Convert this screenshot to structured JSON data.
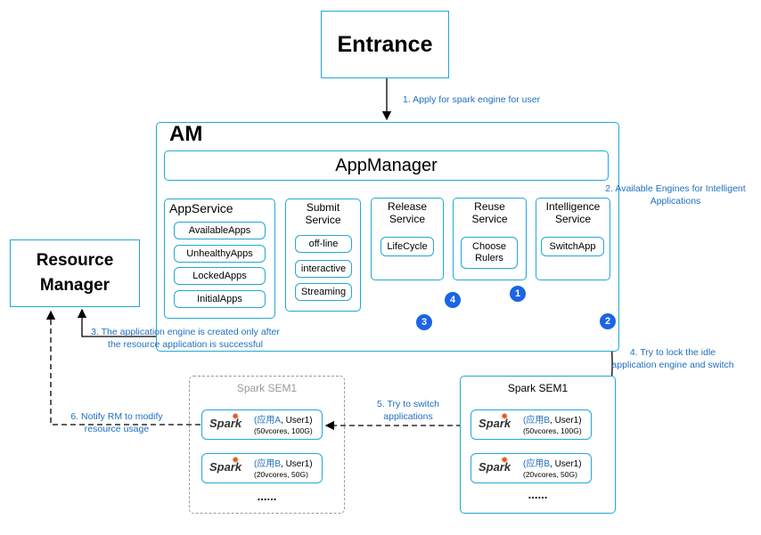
{
  "entrance": {
    "label": "Entrance"
  },
  "am": {
    "label": "AM",
    "appmanager_label": "AppManager"
  },
  "resource_manager": {
    "line1": "Resource",
    "line2": "Manager"
  },
  "app_service": {
    "title": "AppService",
    "items": [
      "AvailableApps",
      "UnhealthyApps",
      "LockedApps",
      "InitialApps"
    ]
  },
  "submit_service": {
    "title_line1": "Submit",
    "title_line2": "Service",
    "items": [
      "off-line",
      "interactive",
      "Streaming"
    ]
  },
  "release_service": {
    "title_line1": "Release",
    "title_line2": "Service",
    "item": "LifeCycle"
  },
  "reuse_service": {
    "title_line1": "Reuse",
    "title_line2": "Service",
    "item_line1": "Choose",
    "item_line2": "Rulers"
  },
  "intelligence_service": {
    "title_line1": "Intelligence",
    "title_line2": "Service",
    "item": "SwitchApp"
  },
  "steps": {
    "s1": "1. Apply for spark engine for user",
    "s2_line1": "2. Available Engines for Intelligent",
    "s2_line2": "Applications",
    "s3_line1": "3. The application engine is created only after",
    "s3_line2": "the resource application is successful",
    "s4_line1": "4. Try to lock the idle",
    "s4_line2": "application engine and switch",
    "s5_line1": "5. Try to switch",
    "s5_line2": "applications",
    "s6_line1": "6. Notify RM to modify",
    "s6_line2": "resource usage"
  },
  "circles": [
    "1",
    "2",
    "3",
    "4"
  ],
  "sem_left": {
    "title": "Spark  SEM1",
    "cards": [
      {
        "app": "应用A",
        "user": ", User1)",
        "res": "(50vcores, 100G)"
      },
      {
        "app": "应用B",
        "user": ", User1)",
        "res": "(20vcores, 50G)"
      }
    ],
    "more": "......"
  },
  "sem_right": {
    "title": "Spark SEM1",
    "cards": [
      {
        "app": "应用B",
        "user": ", User1)",
        "res": "(50vcores, 100G)"
      },
      {
        "app": "应用B",
        "user": ", User1)",
        "res": "(20vcores, 50G)"
      }
    ],
    "more": "......"
  },
  "spark_logo_text": "Spark",
  "colors": {
    "border": "#22a8d6",
    "label": "#1f6fbf",
    "circle": "#1a64e6",
    "spark_star": "#e25a1c"
  }
}
